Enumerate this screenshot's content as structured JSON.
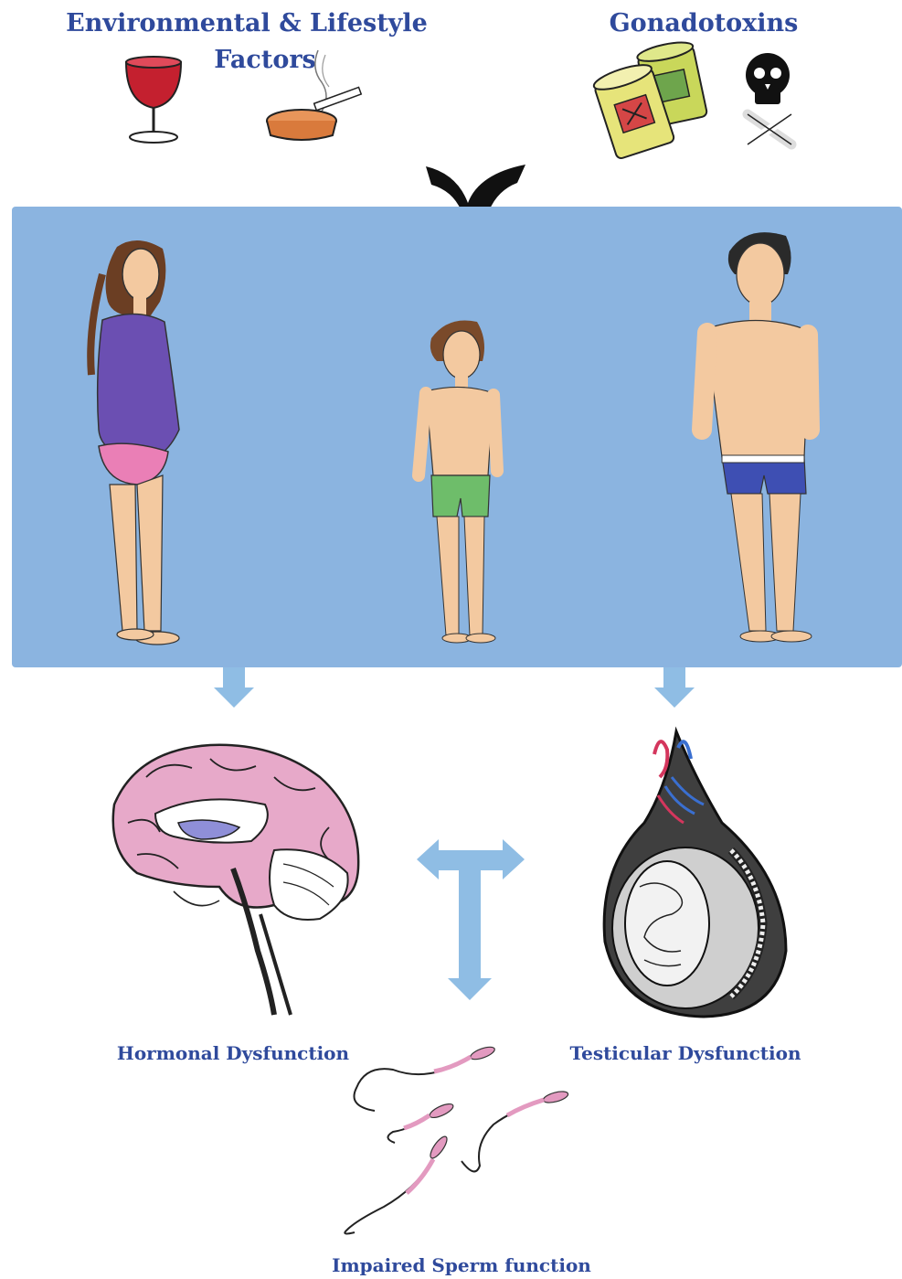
{
  "header": {
    "environmental_line1": "Environmental & Lifestyle",
    "environmental_line2": "Factors",
    "gonadotoxins": "Gonadotoxins"
  },
  "captions": {
    "hormonal": "Hormonal Dysfunction",
    "testicular": "Testicular Dysfunction",
    "sperm": "Impaired Sperm function"
  },
  "icons": [
    "wine-glass-icon",
    "ashtray-cigarette-icon",
    "chemical-can-icon",
    "skull-crossbones-icon",
    "brain-icon",
    "testis-icon",
    "sperm-icon"
  ],
  "colors": {
    "text": "#2f4a9c",
    "panel": "#8bb4e0",
    "arrow": "#8fbde4",
    "brain": "#e7a9c9",
    "sperm": "#e39ac0"
  }
}
